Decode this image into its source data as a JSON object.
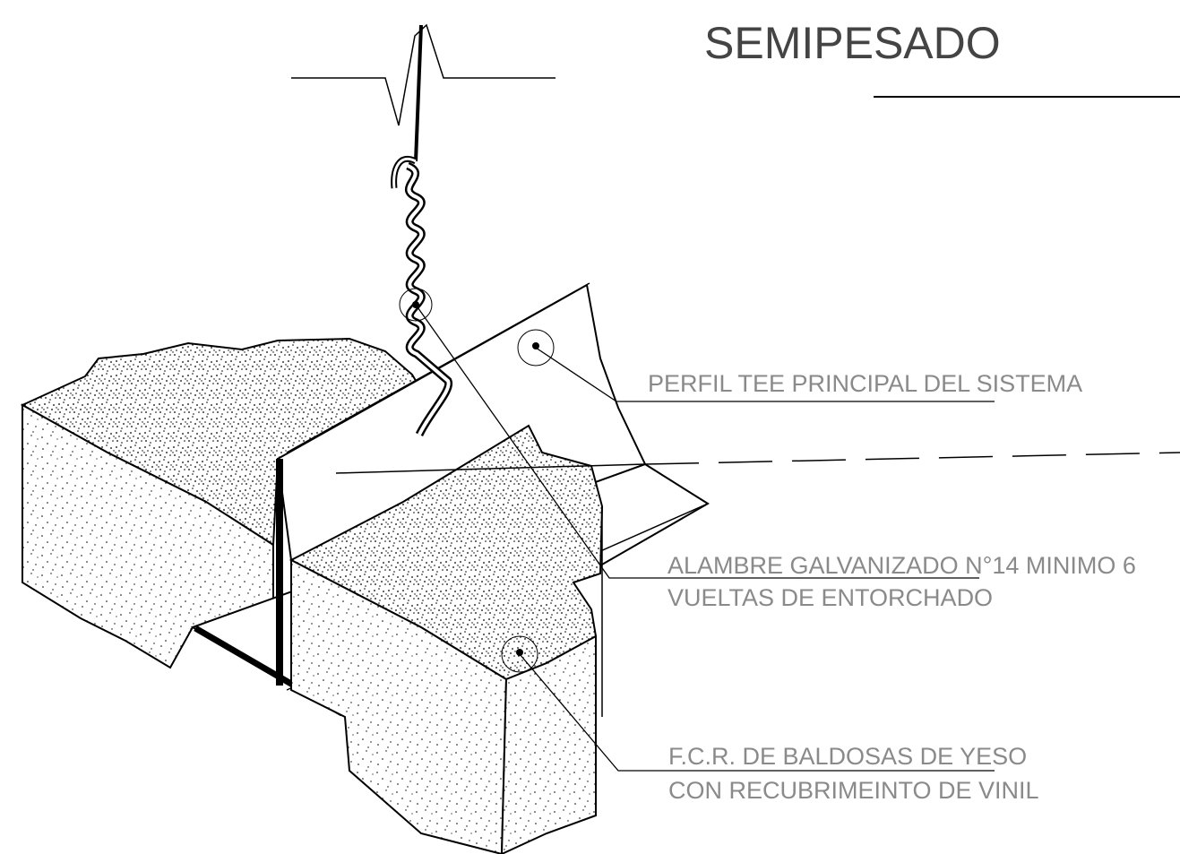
{
  "title": "SEMIPESADO",
  "labels": {
    "tee": "PERFIL TEE PRINCIPAL DEL SISTEMA",
    "wire_line1": "ALAMBRE GALVANIZADO N°14 MINIMO 6",
    "wire_line2": "VUELTAS DE ENTORCHADO",
    "tile_line1": "F.C.R. DE BALDOSAS DE YESO",
    "tile_line2": "CON RECUBRIMEINTO DE VINIL"
  },
  "colors": {
    "line": "#000000",
    "label": "#8a8a8a",
    "title": "#444444"
  }
}
